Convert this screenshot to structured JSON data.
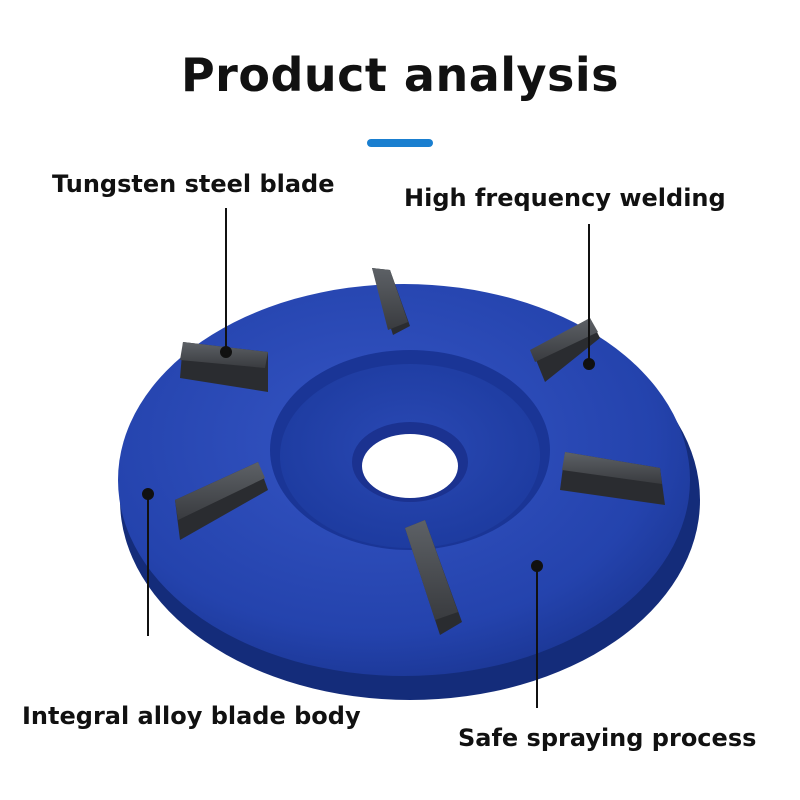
{
  "title": "Product analysis",
  "labels": {
    "tungsten_blade": "Tungsten steel blade",
    "high_frequency_welding": "High frequency welding",
    "integral_body": "Integral alloy blade body",
    "safe_spraying": "Safe spraying process"
  },
  "colors": {
    "accent": "#1a7fd0",
    "disc": "#1f3fa8",
    "disc_shadow": "#142c7a",
    "blade": "#45484c"
  }
}
